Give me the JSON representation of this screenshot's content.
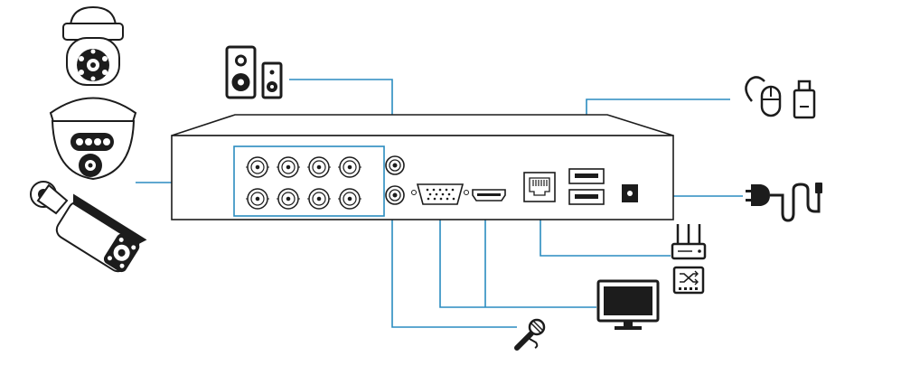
{
  "diagram": {
    "colors": {
      "line": "#2a8cc0",
      "device": "#1c1c1c",
      "panel": "#ffffff",
      "background": "#ffffff"
    },
    "devices": {
      "cameras": [
        "ptz-camera",
        "dome-camera",
        "bullet-camera"
      ],
      "peripherals": [
        "speaker-icon",
        "microphone-icon",
        "mouse-icon",
        "usb-drive-icon",
        "power-adapter-icon",
        "router-icon",
        "network-switch-icon",
        "monitor-icon"
      ]
    },
    "ports": {
      "bnc_video_inputs": 8,
      "rca_audio": 2,
      "vga": 1,
      "hdmi": 1,
      "lan": 1,
      "usb": 2,
      "dc_power": 1
    }
  }
}
